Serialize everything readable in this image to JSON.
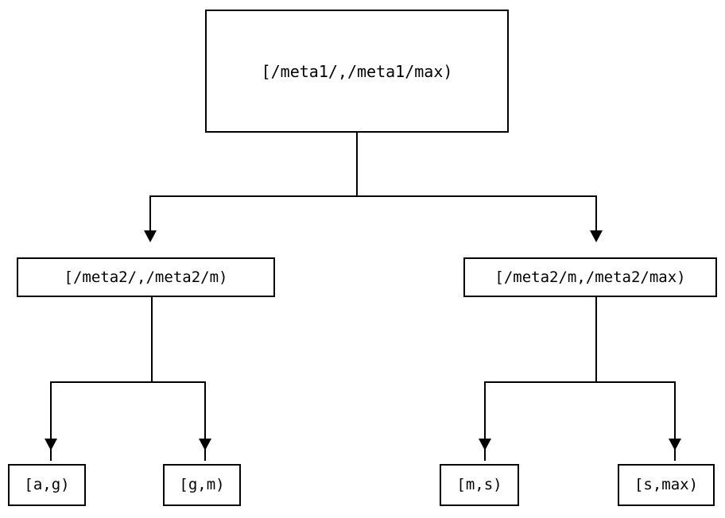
{
  "diagram": {
    "type": "tree",
    "title": "",
    "orientation": "top-down",
    "colors": {
      "background": "#ffffff",
      "stroke": "#000000",
      "text": "#000000",
      "fill": "#ffffff"
    },
    "nodes": {
      "root": {
        "label": "[/meta1/,/meta1/max)"
      },
      "mid_left": {
        "label": "[/meta2/,/meta2/m)"
      },
      "mid_right": {
        "label": "[/meta2/m,/meta2/max)"
      },
      "leaf_1": {
        "label": "[a,g)"
      },
      "leaf_2": {
        "label": "[g,m)"
      },
      "leaf_3": {
        "label": "[m,s)"
      },
      "leaf_4": {
        "label": "[s,max)"
      }
    },
    "edges": [
      {
        "from": "root",
        "to": "mid_left",
        "arrow": "down"
      },
      {
        "from": "root",
        "to": "mid_right",
        "arrow": "down"
      },
      {
        "from": "mid_left",
        "to": "leaf_1",
        "arrow": "down"
      },
      {
        "from": "mid_left",
        "to": "leaf_2",
        "arrow": "down"
      },
      {
        "from": "mid_right",
        "to": "leaf_3",
        "arrow": "down"
      },
      {
        "from": "mid_right",
        "to": "leaf_4",
        "arrow": "down"
      }
    ]
  }
}
